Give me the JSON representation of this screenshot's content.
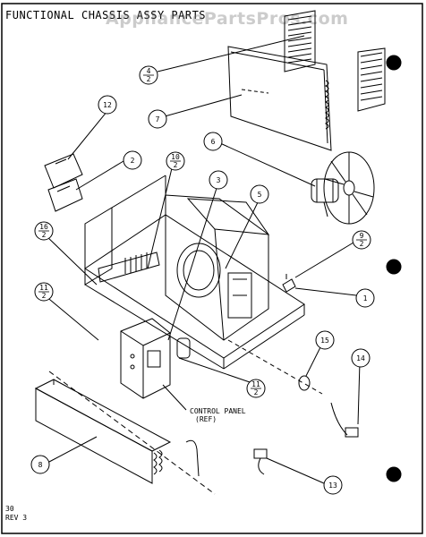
{
  "title": "FUNCTIONAL CHASSIS ASSY PARTS",
  "watermark": "AppliancePartsPros.com",
  "callouts": {
    "c1": "1",
    "c2": "2",
    "c3": "3",
    "c5": "5",
    "c6": "6",
    "c7": "7",
    "c8": "8",
    "c12": "12",
    "c13": "13",
    "c14": "14",
    "c15": "15",
    "f4_top": "4",
    "f4_bot": "2",
    "f9_top": "9",
    "f9_bot": "2",
    "f10_top": "10",
    "f10_bot": "2",
    "f11a_top": "11",
    "f11a_bot": "2",
    "f11b_top": "11",
    "f11b_bot": "2",
    "f16_top": "16",
    "f16_bot": "2"
  },
  "control_panel_label": "CONTROL PANEL",
  "control_panel_ref": "(REF)",
  "footer_page": "30",
  "footer_rev": "REV 3",
  "colors": {
    "ink": "#000000",
    "paper": "#ffffff",
    "watermark": "#8a8a8a"
  }
}
